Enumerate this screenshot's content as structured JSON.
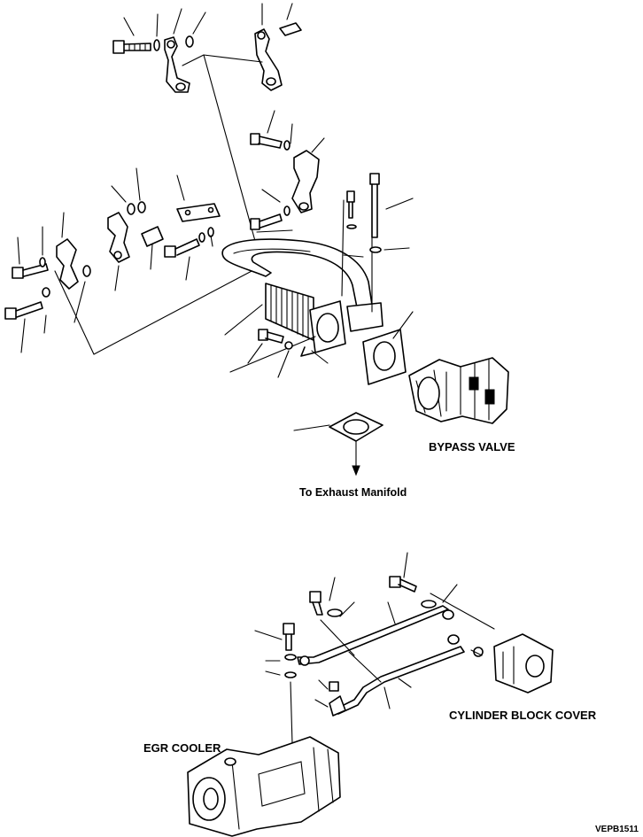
{
  "labels": {
    "bypass_valve": "BYPASS VALVE",
    "to_exhaust_manifold": "To Exhaust Manifold",
    "cylinder_block_cover": "CYLINDER BLOCK COVER",
    "egr_cooler": "EGR COOLER",
    "drawing_code": "VEPB1511"
  }
}
